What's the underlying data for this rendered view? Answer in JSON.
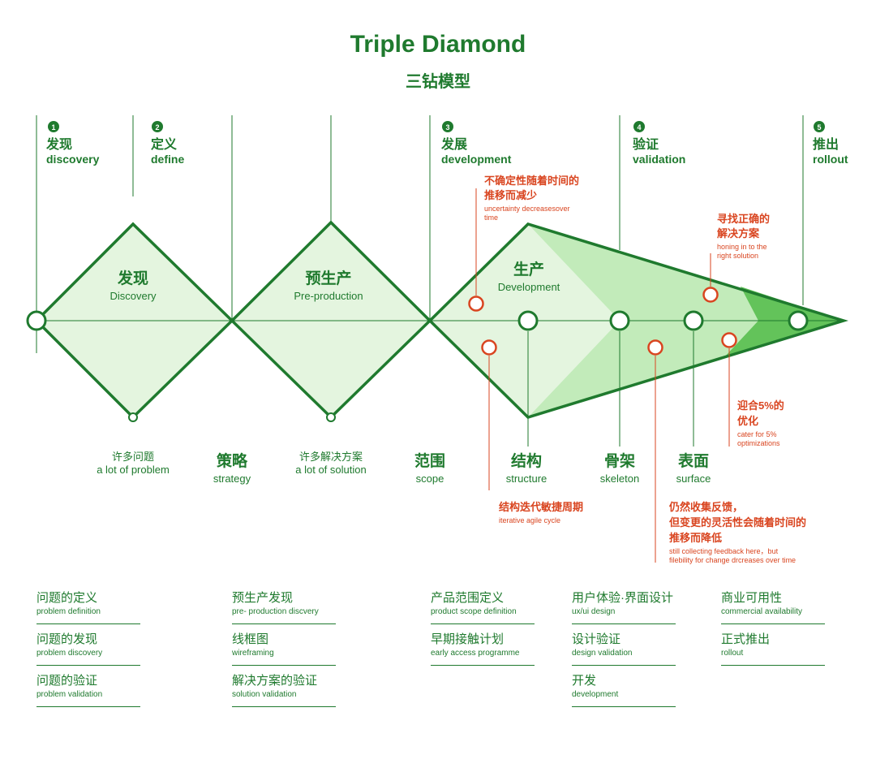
{
  "title": {
    "en": "Triple Diamond",
    "zh": "三钻模型"
  },
  "stages": [
    {
      "num": "1",
      "zh": "发现",
      "en": "discovery"
    },
    {
      "num": "2",
      "zh": "定义",
      "en": "define"
    },
    {
      "num": "3",
      "zh": "发展",
      "en": "development"
    },
    {
      "num": "4",
      "zh": "验证",
      "en": "validation"
    },
    {
      "num": "5",
      "zh": "推出",
      "en": "rollout"
    }
  ],
  "diamonds": [
    {
      "zh": "发现",
      "en": "Discovery"
    },
    {
      "zh": "预生产",
      "en": "Pre-production"
    },
    {
      "zh": "生产",
      "en": "Development"
    }
  ],
  "bottom_labels": {
    "problems": {
      "zh": "许多问题",
      "en": "a lot of problem"
    },
    "strategy": {
      "zh": "策略",
      "en": "strategy"
    },
    "solutions": {
      "zh": "许多解决方案",
      "en": "a lot of solution"
    },
    "scope": {
      "zh": "范围",
      "en": "scope"
    },
    "structure": {
      "zh": "结构",
      "en": "structure"
    },
    "skeleton": {
      "zh": "骨架",
      "en": "skeleton"
    },
    "surface": {
      "zh": "表面",
      "en": "surface"
    }
  },
  "notes": {
    "uncertainty": {
      "zh": [
        "不确定性随着时间的",
        "推移而减少"
      ],
      "en": [
        "uncertainty decreasesover",
        "time"
      ]
    },
    "honing": {
      "zh": [
        "寻找正确的",
        "解决方案"
      ],
      "en": [
        "honing in to the",
        "right solution"
      ]
    },
    "agile": {
      "zh": [
        "结构迭代敏捷周期"
      ],
      "en": [
        "iterative agile cycle"
      ]
    },
    "feedback": {
      "zh": [
        "仍然收集反馈，",
        "但变更的灵活性会随着时间的",
        "推移而降低"
      ],
      "en": [
        "still collecting feedback here，but",
        "filebility for change drcreases over time"
      ]
    },
    "optimize": {
      "zh": [
        "迎合5%的",
        "优化"
      ],
      "en": [
        "cater for 5%",
        "optimizations"
      ]
    }
  },
  "columns": [
    [
      {
        "zh": "问题的定义",
        "en": "problem definition"
      },
      {
        "zh": "问题的发现",
        "en": "problem discovery"
      },
      {
        "zh": "问题的验证",
        "en": "problem validation"
      }
    ],
    [
      {
        "zh": "预生产发现",
        "en": "pre- production discvery"
      },
      {
        "zh": "线框图",
        "en": "wireframing"
      },
      {
        "zh": "解决方案的验证",
        "en": "solution validation"
      }
    ],
    [
      {
        "zh": "产品范围定义",
        "en": "product scope definition"
      },
      {
        "zh": "早期接触计划",
        "en": "early access programme"
      }
    ],
    [
      {
        "zh": "用户体验·界面设计",
        "en": "ux/ui design"
      },
      {
        "zh": "设计验证",
        "en": "design validation"
      },
      {
        "zh": "开发",
        "en": "development"
      }
    ],
    [
      {
        "zh": "商业可用性",
        "en": "commercial availability"
      },
      {
        "zh": "正式推出",
        "en": "rollout"
      }
    ]
  ],
  "colors": {
    "green": "#1f7a2e",
    "light": "#e4f5df",
    "mid": "#c2ebba",
    "strong": "#63c35a",
    "accent": "#d94520"
  }
}
